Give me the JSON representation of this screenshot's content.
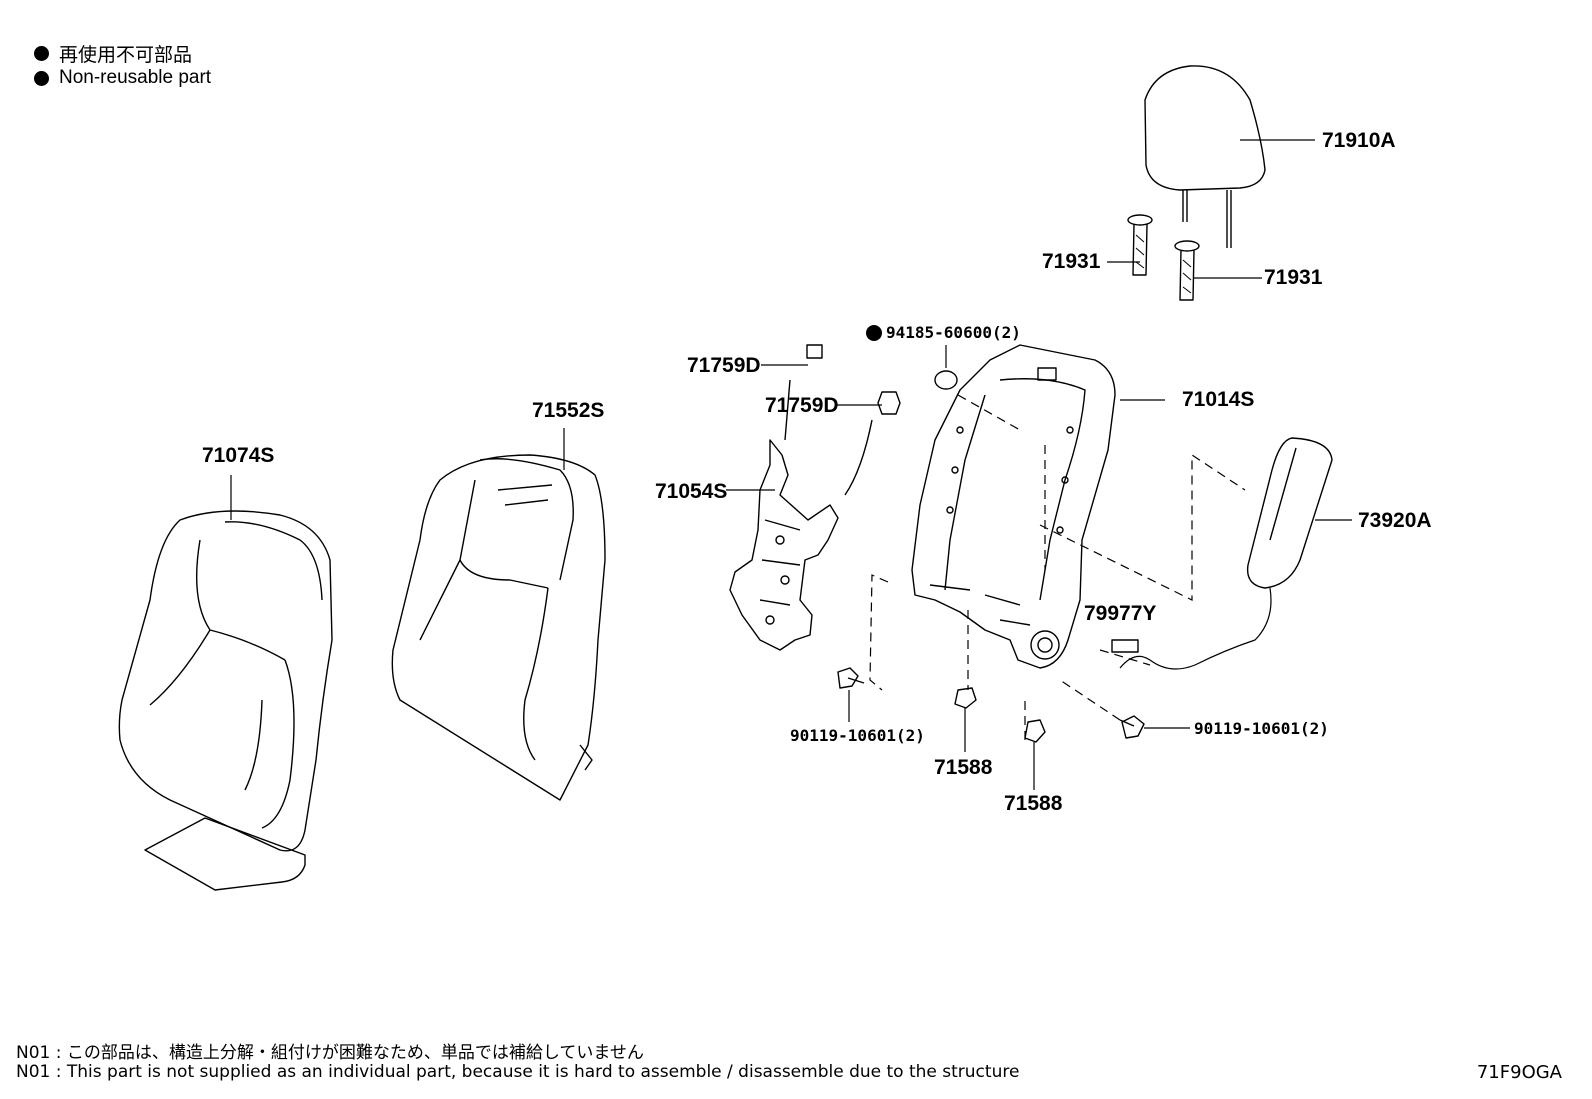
{
  "legend": {
    "jp": "再使用不可部品",
    "en": "Non-reusable part"
  },
  "parts": {
    "p71074S": "71074S",
    "p71552S": "71552S",
    "p71054S": "71054S",
    "p71759D_a": "71759D",
    "p71759D_b": "71759D",
    "p94185": "94185-60600(2)",
    "p71014S": "71014S",
    "p71910A": "71910A",
    "p71931_a": "71931",
    "p71931_b": "71931",
    "p73920A": "73920A",
    "p79977Y": "79977Y",
    "p90119_a": "90119-10601(2)",
    "p90119_b": "90119-10601(2)",
    "p71588_a": "71588",
    "p71588_b": "71588"
  },
  "notes": {
    "jp": "N01 : この部品は、構造上分解・組付けが困難なため、単品では補給していません",
    "en": "N01 : This part is not supplied as an individual part, because it is hard to assemble / disassemble due to the structure"
  },
  "drawing_code": "71F9OGA"
}
